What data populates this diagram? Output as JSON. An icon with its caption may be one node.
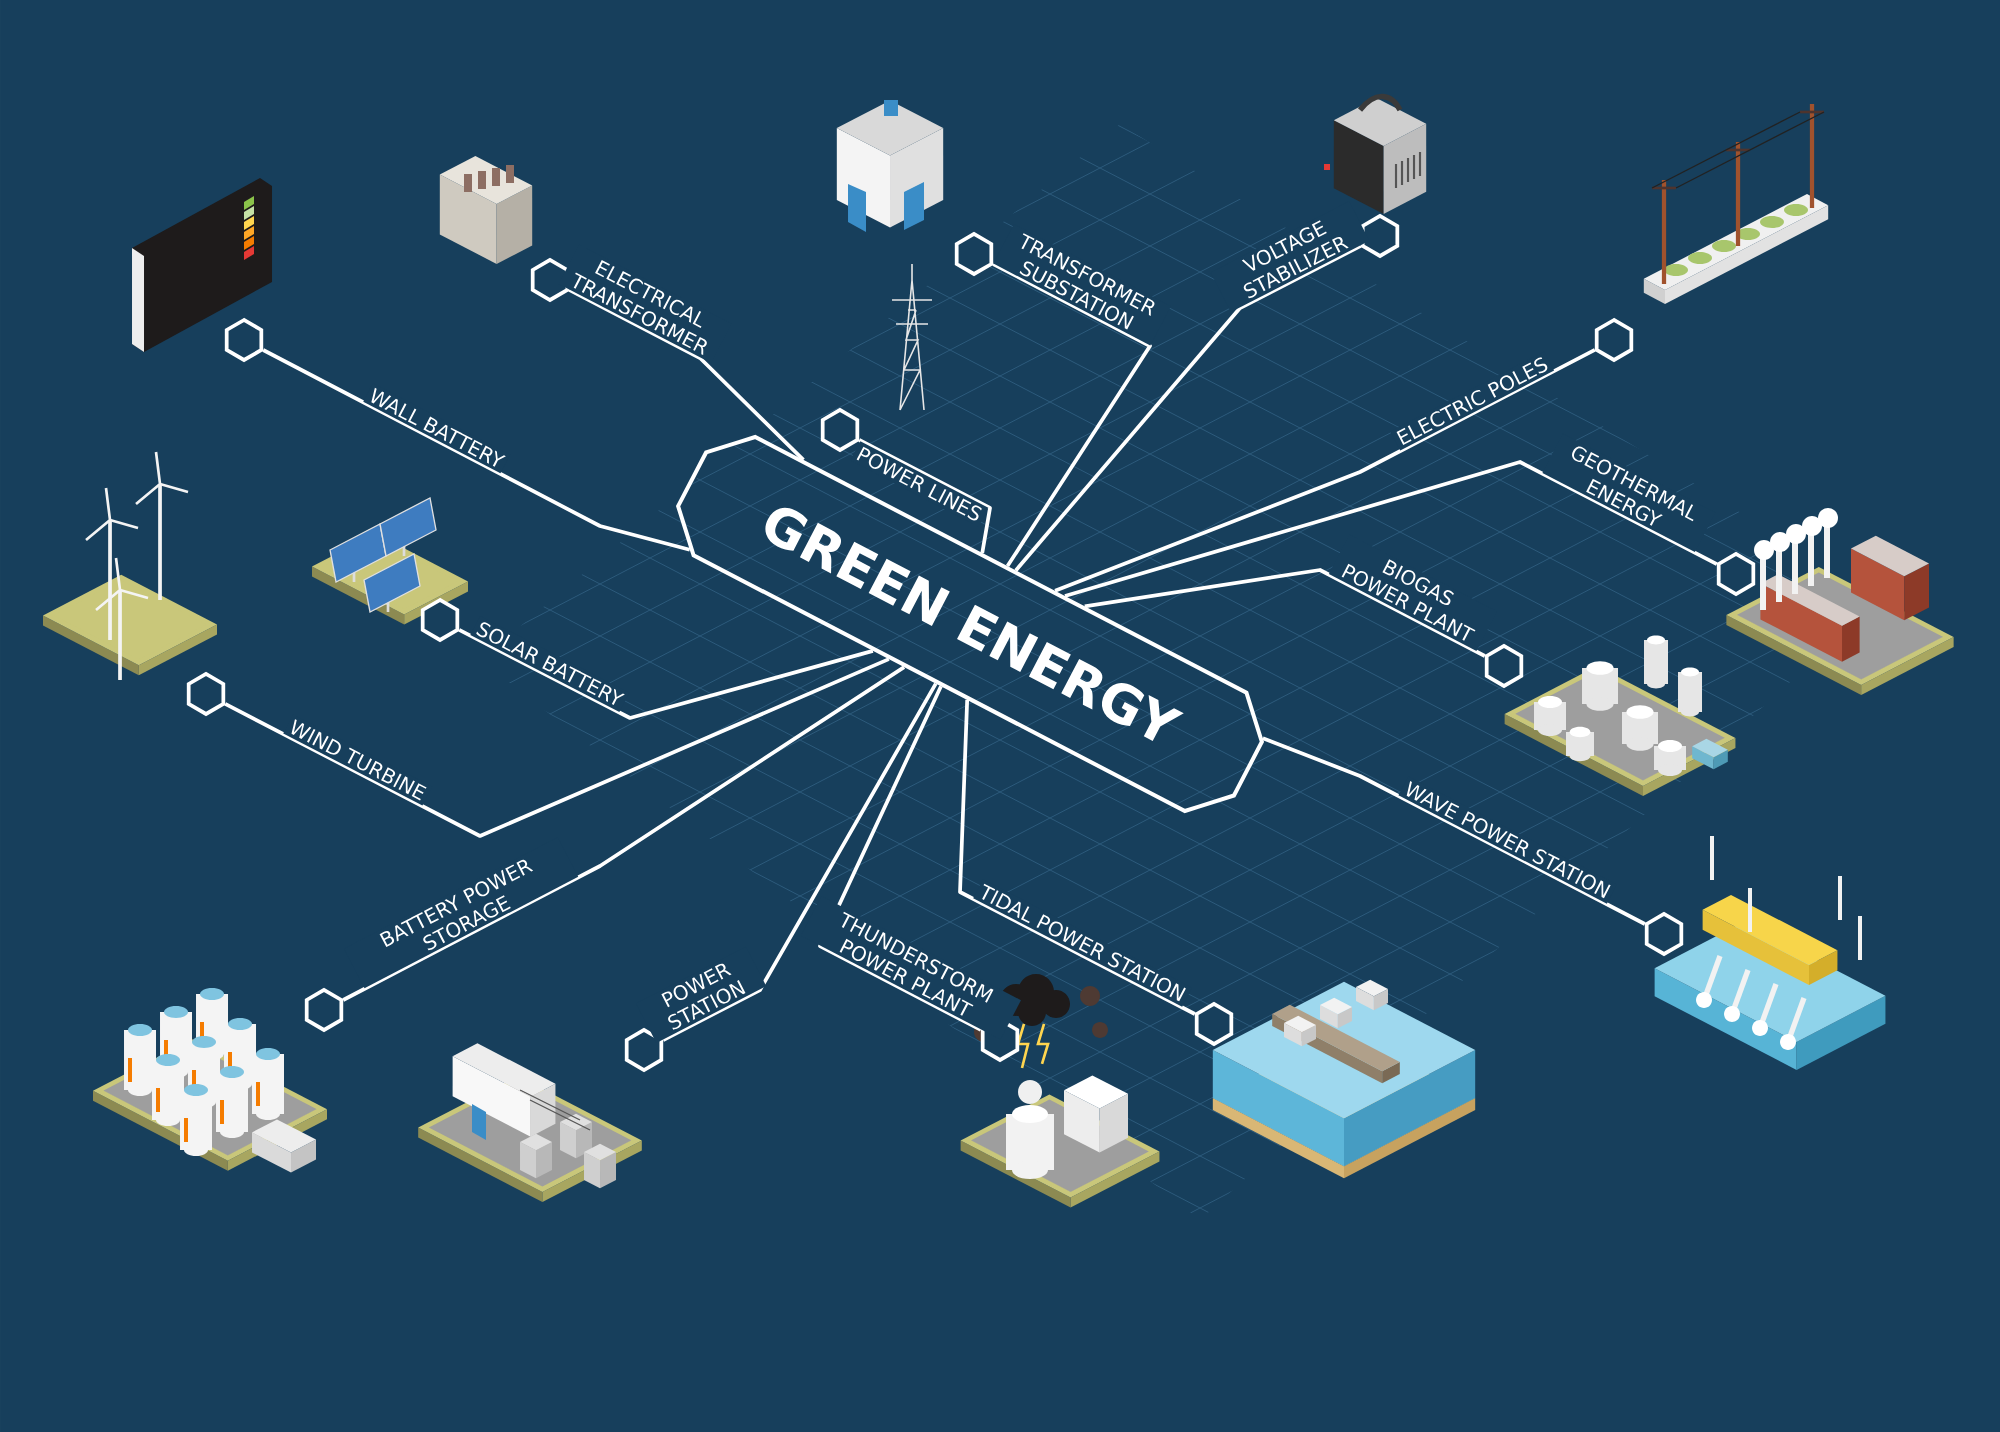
{
  "diagram": {
    "nodes": [
      {
        "text": [
          "GREEN ENERGY"
        ]
      },
      {
        "text": [],
        "shape": "hexagon"
      },
      {
        "text": [],
        "shape": "hexagon"
      },
      {
        "text": [],
        "shape": "hexagon"
      },
      {
        "text": [],
        "shape": "hexagon"
      },
      {
        "text": [],
        "shape": "hexagon"
      },
      {
        "text": [],
        "shape": "hexagon"
      },
      {
        "text": [],
        "shape": "hexagon"
      },
      {
        "text": [],
        "shape": "hexagon"
      },
      {
        "text": [],
        "shape": "hexagon"
      },
      {
        "text": [],
        "shape": "hexagon"
      },
      {
        "text": [],
        "shape": "hexagon"
      },
      {
        "text": [],
        "shape": "hexagon"
      },
      {
        "text": [],
        "shape": "hexagon"
      },
      {
        "text": [],
        "shape": "hexagon"
      },
      {
        "text": [],
        "shape": "hexagon"
      }
    ],
    "edges": [
      {
        "from": 1,
        "to": 0,
        "arrow": "none",
        "label": "WALL BATTERY"
      },
      {
        "from": 2,
        "to": 0,
        "arrow": "none",
        "label": "ELECTRICAL TRANSFORMER"
      },
      {
        "from": 3,
        "to": 0,
        "arrow": "none",
        "label": "TRANSFORMER SUBSTATION"
      },
      {
        "from": 4,
        "to": 0,
        "arrow": "none",
        "label": "VOLTAGE STABILIZER"
      },
      {
        "from": 5,
        "to": 0,
        "arrow": "none",
        "label": "ELECTRIC POLES"
      },
      {
        "from": 6,
        "to": 0,
        "arrow": "none",
        "label": "POWER LINES"
      },
      {
        "from": 7,
        "to": 0,
        "arrow": "none",
        "label": "GEOTHERMAL ENERGY"
      },
      {
        "from": 8,
        "to": 0,
        "arrow": "none",
        "label": "WIND TURBINE"
      },
      {
        "from": 9,
        "to": 0,
        "arrow": "none",
        "label": "SOLAR BATTERY"
      },
      {
        "from": 10,
        "to": 0,
        "arrow": "none",
        "label": "BIOGAS POWER PLANT"
      },
      {
        "from": 11,
        "to": 0,
        "arrow": "none",
        "label": "WAVE POWER STATION"
      },
      {
        "from": 12,
        "to": 0,
        "arrow": "none",
        "label": "TIDAL POWER STATION"
      },
      {
        "from": 13,
        "to": 0,
        "arrow": "none",
        "label": "THUNDERSTORM POWER PLANT"
      },
      {
        "from": 14,
        "to": 0,
        "arrow": "none",
        "label": "POWER STATION"
      },
      {
        "from": 15,
        "to": 0,
        "arrow": "none",
        "label": "BATTERY POWER STORAGE"
      }
    ]
  }
}
